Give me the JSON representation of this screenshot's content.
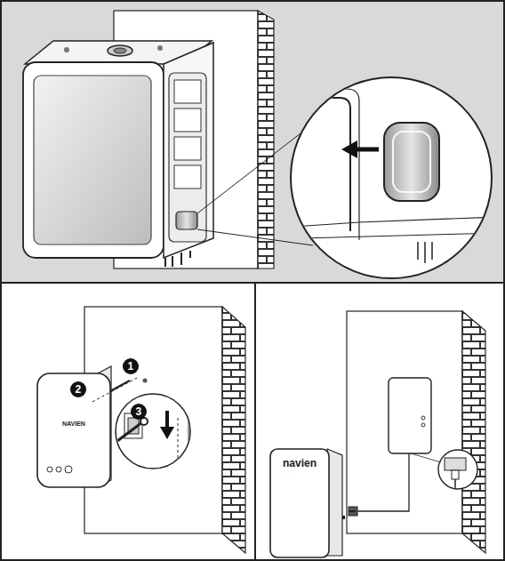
{
  "diagram": {
    "labels": [
      "1",
      "2",
      "3",
      "NAVIEN",
      "navien"
    ]
  }
}
